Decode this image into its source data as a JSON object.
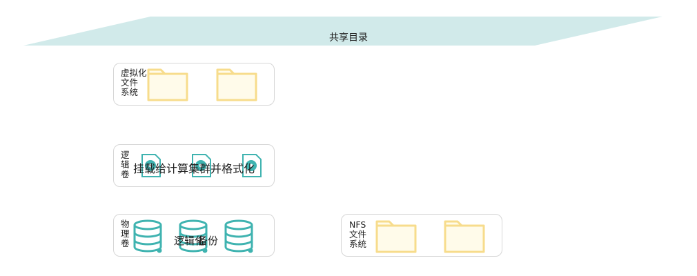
{
  "banner": {
    "title": "共享目录"
  },
  "rows": {
    "virtual_fs": {
      "label_lines": [
        "虚拟化",
        "文件",
        "系统"
      ],
      "icons": [
        "folder-icon",
        "folder-icon"
      ]
    },
    "logical_volume": {
      "label_lines": [
        "逻",
        "辑",
        "卷"
      ],
      "icons": [
        "volume-disk-icon",
        "volume-disk-icon",
        "volume-disk-icon"
      ],
      "overlay_text": "挂载给计算集群并格式化"
    },
    "physical_volume": {
      "label_lines": [
        "物",
        "理",
        "卷"
      ],
      "icons": [
        "database-icon",
        "database-icon",
        "database-icon"
      ],
      "overlay_texts": [
        "逻辑化",
        "备份"
      ]
    },
    "nfs": {
      "label_lines": [
        "NFS",
        "文件",
        "系统"
      ],
      "icons": [
        "folder-icon",
        "folder-icon"
      ]
    }
  },
  "colors": {
    "banner": "#d1eaea",
    "folder_stroke": "#f7dc8c",
    "folder_fill": "#fffbea",
    "teal": "#3fb3b0",
    "box_border": "#d6d6d6"
  }
}
